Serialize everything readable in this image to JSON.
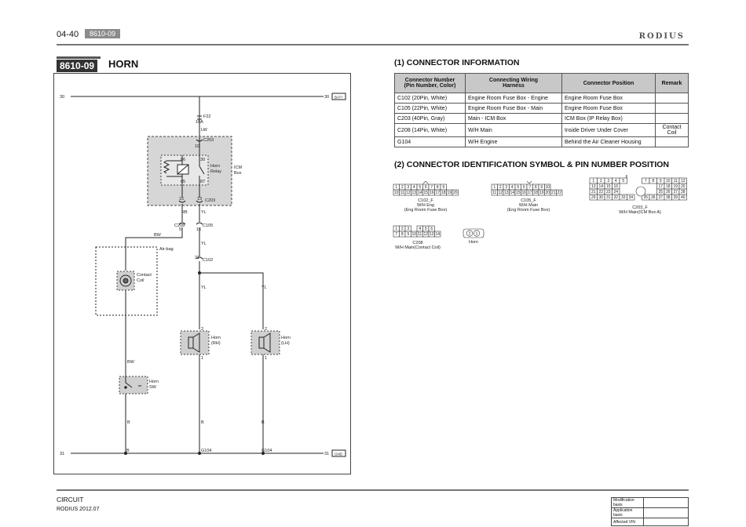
{
  "header": {
    "page_number": "04-40",
    "section_code": "8610-09",
    "brand": "RODIUS"
  },
  "title": {
    "code": "8610-09",
    "name": "HORN"
  },
  "diagram": {
    "bus_left": "30",
    "bus_right": "30",
    "bus_tag": "BAT+",
    "ground_left": "31",
    "ground_right": "31",
    "ground_tag": "GND",
    "fuse_label": "F22",
    "fuse_rating": "10A",
    "wire_lw": "LW",
    "c203_top": "C203",
    "c203_bottom": "C203",
    "pin_10": "10",
    "pin_15": "15",
    "pin_13": "13",
    "pin_86": "86",
    "pin_30": "30",
    "pin_85": "85",
    "pin_87": "87",
    "relay_label_1": "Horn",
    "relay_label_2": "Relay",
    "icm_label_1": "ICM",
    "icm_label_2": "Box",
    "wire_rb": "RB",
    "wire_yl": "YL",
    "c208": "C208",
    "c208_pin": "5",
    "c105": "C105",
    "c105_pin": "16",
    "wire_bw": "BW",
    "c102": "C102",
    "c102_pin": "21",
    "airbag": "Air-bag",
    "contact_1": "Contact",
    "contact_2": "Coil",
    "horn_rh_1": "Horn",
    "horn_rh_2": "(RH)",
    "horn_lh_1": "Horn",
    "horn_lh_2": "(LH)",
    "pin_2": "2",
    "pin_1": "1",
    "horn_sw_1": "Horn",
    "horn_sw_2": "SW",
    "wire_b": "B",
    "g104": "G104"
  },
  "connector_info": {
    "heading": "(1) CONNECTOR INFORMATION",
    "columns": [
      "Connector Number\n(Pin Number, Color)",
      "Connecting Wiring\nHarness",
      "Connector Position",
      "Remark"
    ],
    "rows": [
      [
        "C102 (20Pin, White)",
        "Engine Room Fuse Box - Engine",
        "Engine Room Fuse Box",
        ""
      ],
      [
        "C105 (22Pin, White)",
        "Engine Room Fuse Box - Main",
        "Engine Room Fuse Box",
        ""
      ],
      [
        "C203 (40Pin, Gray)",
        "Main - ICM Box",
        "ICM Box (IP Relay Box)",
        ""
      ],
      [
        "C208 (14Pin, White)",
        "W/H Main",
        "Inside Driver Under Cover",
        "Contact Coil"
      ],
      [
        "G104",
        "W/H Engine",
        "Behind the Air Cleaner Housing",
        ""
      ]
    ]
  },
  "connector_symbols": {
    "heading": "(2) CONNECTOR IDENTIFICATION SYMBOL & PIN NUMBER POSITION",
    "c102": {
      "top": [
        "1",
        "2",
        "3",
        "4",
        "5",
        "6",
        "7",
        "8",
        "9"
      ],
      "bottom": [
        "10",
        "11",
        "12",
        "13",
        "14",
        "15",
        "16",
        "17",
        "18",
        "19",
        "20"
      ],
      "name": "C102_F",
      "line2": "W/H Eng",
      "line3": "(Eng Room Fuse Box)"
    },
    "c105": {
      "top": [
        "1",
        "2",
        "3",
        "4",
        "5",
        "6",
        "7",
        "8",
        "9",
        "10"
      ],
      "bottom": [
        "11",
        "12",
        "13",
        "14",
        "15",
        "16",
        "17",
        "18",
        "19",
        "20",
        "21",
        "22"
      ],
      "name": "C105_F",
      "line2": "W/H Main",
      "line3": "(Eng Room Fuse Box)"
    },
    "c203": {
      "rows": [
        [
          "1",
          "2",
          "3",
          "4",
          "5",
          "",
          "",
          "7",
          "8",
          "9",
          "10",
          "11",
          "12"
        ],
        [
          "13",
          "14",
          "15",
          "16",
          "",
          "",
          "",
          "",
          "",
          "17",
          "18",
          "19",
          "20"
        ],
        [
          "21",
          "22",
          "23",
          "24",
          "",
          "",
          "",
          "",
          "",
          "25",
          "26",
          "27",
          "28"
        ],
        [
          "29",
          "30",
          "31",
          "32",
          "33",
          "34",
          "",
          "35",
          "36",
          "37",
          "38",
          "39",
          "40"
        ]
      ],
      "top_pin": "6",
      "name": "C203_F",
      "line2": "W/H Main(ICM Box A)"
    },
    "c208": {
      "top": [
        "1",
        "2",
        "3",
        "",
        "4",
        "5",
        "6"
      ],
      "bottom": [
        "7",
        "8",
        "9",
        "10",
        "11",
        "12",
        "13",
        "14"
      ],
      "name": "C208",
      "line2": "W/H Main(Contact Coil)"
    },
    "horn": {
      "pins": [
        "2",
        "1"
      ],
      "name": "Horn"
    }
  },
  "footer": {
    "section": "CIRCUIT",
    "model": "RODIUS 2012.07",
    "modification_basis": "Modification basis",
    "application_basis": "Application basis",
    "affected_vin": "Affected VIN"
  }
}
